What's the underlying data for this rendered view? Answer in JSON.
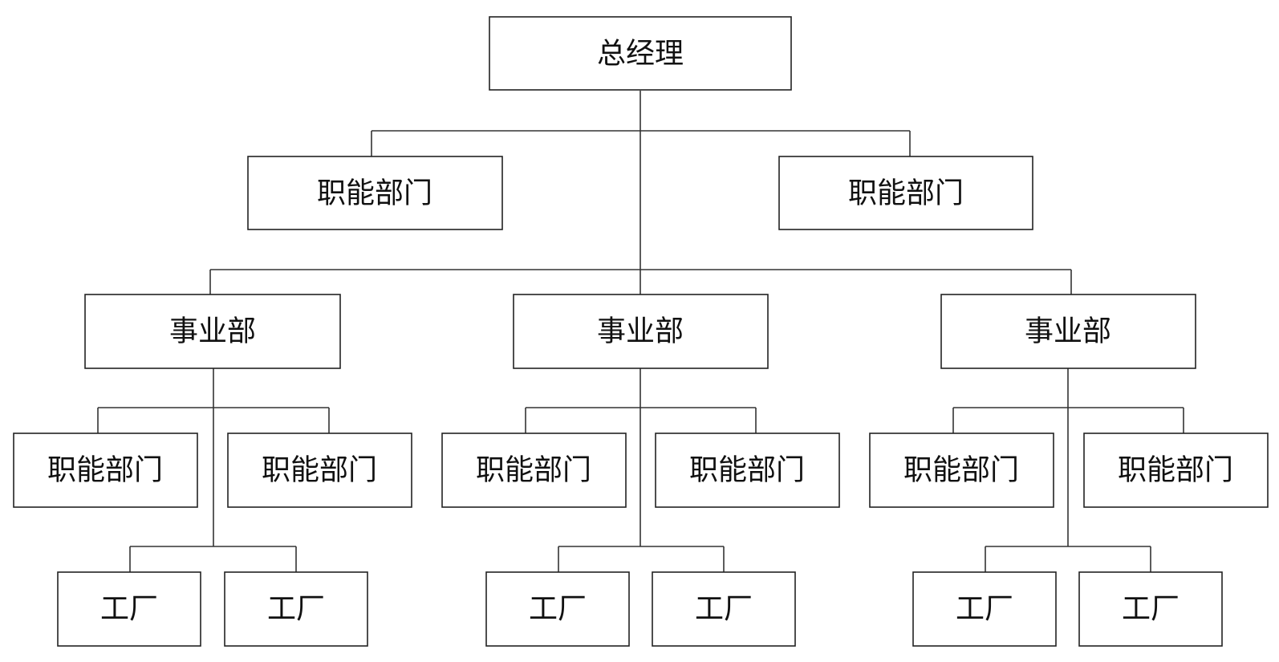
{
  "root": {
    "label": "总经理"
  },
  "hq_functions": [
    {
      "label": "职能部门"
    },
    {
      "label": "职能部门"
    }
  ],
  "divisions": [
    {
      "label": "事业部",
      "functions": [
        {
          "label": "职能部门"
        },
        {
          "label": "职能部门"
        }
      ],
      "factories": [
        {
          "label": "工厂"
        },
        {
          "label": "工厂"
        }
      ]
    },
    {
      "label": "事业部",
      "functions": [
        {
          "label": "职能部门"
        },
        {
          "label": "职能部门"
        }
      ],
      "factories": [
        {
          "label": "工厂"
        },
        {
          "label": "工厂"
        }
      ]
    },
    {
      "label": "事业部",
      "functions": [
        {
          "label": "职能部门"
        },
        {
          "label": "职能部门"
        }
      ],
      "factories": [
        {
          "label": "工厂"
        },
        {
          "label": "工厂"
        }
      ]
    }
  ]
}
